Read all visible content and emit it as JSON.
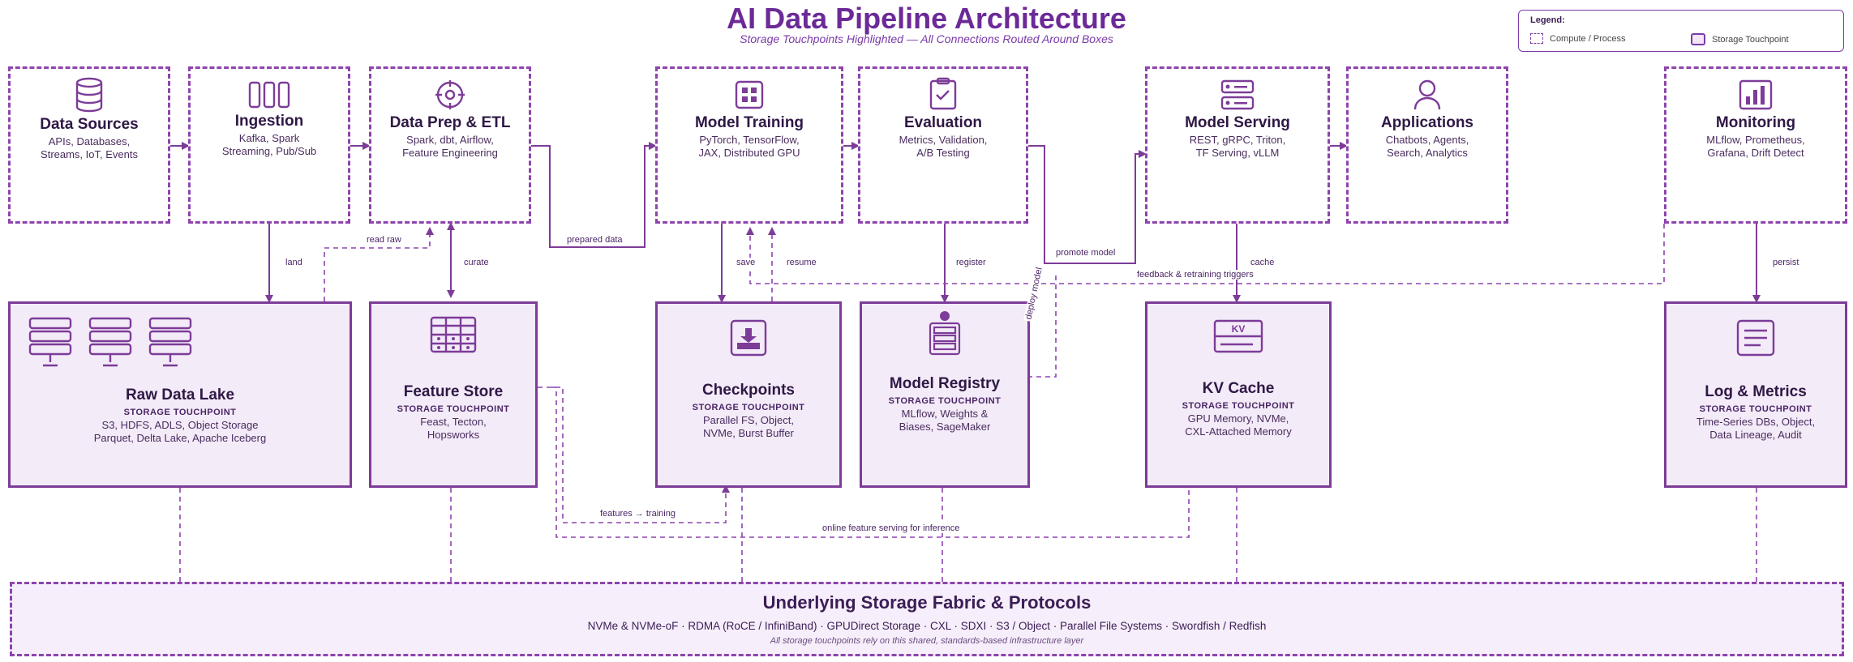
{
  "header": {
    "title": "AI Data Pipeline Architecture",
    "subtitle": "Storage Touchpoints Highlighted — All Connections Routed Around Boxes"
  },
  "legend": {
    "title": "Legend:",
    "compute_label": "Compute / Process",
    "storage_label": "Storage Touchpoint"
  },
  "colors": {
    "accent": "#7d3c98",
    "storage_fill": "#f3ebf8",
    "text": "#2f1845"
  },
  "compute_boxes": [
    {
      "id": "data-sources",
      "icon": "database-icon",
      "name": "Data Sources",
      "details": "APIs, Databases,\nStreams, IoT, Events"
    },
    {
      "id": "ingestion",
      "icon": "ingestion-icon",
      "name": "Ingestion",
      "details": "Kafka, Spark\nStreaming, Pub/Sub"
    },
    {
      "id": "data-prep",
      "icon": "etl-icon",
      "name": "Data Prep & ETL",
      "details": "Spark, dbt, Airflow,\nFeature Engineering"
    },
    {
      "id": "model-training",
      "icon": "gpu-chip-icon",
      "name": "Model Training",
      "details": "PyTorch, TensorFlow,\nJAX, Distributed GPU"
    },
    {
      "id": "evaluation",
      "icon": "clipboard-check-icon",
      "name": "Evaluation",
      "details": "Metrics, Validation,\nA/B Testing"
    },
    {
      "id": "model-serving",
      "icon": "server-icon",
      "name": "Model Serving",
      "details": "REST, gRPC, Triton,\nTF Serving, vLLM"
    },
    {
      "id": "applications",
      "icon": "user-icon",
      "name": "Applications",
      "details": "Chatbots, Agents,\nSearch, Analytics"
    },
    {
      "id": "monitoring",
      "icon": "bar-chart-icon",
      "name": "Monitoring",
      "details": "MLflow, Prometheus,\nGrafana, Drift Detect"
    }
  ],
  "storage_boxes": [
    {
      "id": "raw-data-lake",
      "icon": "storage-servers-icon",
      "name": "Raw Data Lake",
      "tag": "STORAGE TOUCHPOINT",
      "details": "S3, HDFS, ADLS, Object Storage\nParquet, Delta Lake, Apache Iceberg"
    },
    {
      "id": "feature-store",
      "icon": "table-grid-icon",
      "name": "Feature Store",
      "tag": "STORAGE TOUCHPOINT",
      "details": "Feast, Tecton,\nHopsworks"
    },
    {
      "id": "checkpoints",
      "icon": "download-tray-icon",
      "name": "Checkpoints",
      "tag": "STORAGE TOUCHPOINT",
      "details": "Parallel FS, Object,\nNVMe, Burst Buffer"
    },
    {
      "id": "model-registry",
      "icon": "version-stack-icon",
      "name": "Model Registry",
      "tag": "STORAGE TOUCHPOINT",
      "details": "MLflow, Weights &\nBiases, SageMaker"
    },
    {
      "id": "kv-cache",
      "icon": "kv-cache-icon",
      "name": "KV Cache",
      "tag": "STORAGE TOUCHPOINT",
      "details": "GPU Memory, NVMe,\nCXL-Attached Memory"
    },
    {
      "id": "log-metrics",
      "icon": "document-lines-icon",
      "name": "Log & Metrics",
      "tag": "STORAGE TOUCHPOINT",
      "details": "Time-Series DBs, Object,\nData Lineage, Audit"
    }
  ],
  "edge_labels": {
    "land": "land",
    "read_raw": "read raw",
    "curate": "curate",
    "prepared_data": "prepared data",
    "save": "save",
    "resume": "resume",
    "register": "register",
    "promote_model": "promote model",
    "deploy_model": "deploy model",
    "cache": "cache",
    "feedback": "feedback & retraining triggers",
    "persist": "persist",
    "features_training": "features → training",
    "online_feature": "online feature serving for inference"
  },
  "fabric": {
    "title": "Underlying Storage Fabric & Protocols",
    "protocols": "NVMe & NVMe-oF · RDMA (RoCE / InfiniBand) · GPUDirect Storage · CXL · SDXI · S3 / Object · Parallel File Systems · Swordfish / Redfish",
    "note": "All storage touchpoints rely on this shared, standards-based infrastructure layer"
  }
}
